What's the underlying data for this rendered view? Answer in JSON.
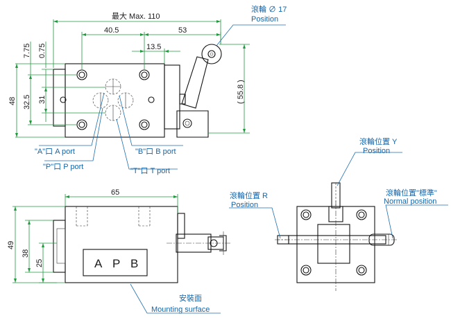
{
  "top_view": {
    "max_width_label": "最大 Max. 110",
    "dim_40_5": "40.5",
    "dim_53": "53",
    "dim_13_5": "13.5",
    "dim_7_75": "7.75",
    "dim_0_75": "0.75",
    "dim_48": "48",
    "dim_32_5": "32.5",
    "dim_31": "31",
    "dim_55_8": "55.8",
    "roller_dia_label": "滾輪 ∅ 17",
    "roller_position_label": "Position",
    "port_a": "\"A\"口 A port",
    "port_b": "\"B\"口 B port",
    "port_p": "\"P\"口 P port",
    "port_t": "\"T\"口 T port"
  },
  "front_view": {
    "dim_65": "65",
    "dim_49": "49",
    "dim_38": "38",
    "dim_25": "25",
    "plate_letters": [
      "A",
      "P",
      "B"
    ],
    "mount_cn": "安裝面",
    "mount_en": "Mounting surface"
  },
  "side_view": {
    "pos_y_cn": "滾輪位置 Y",
    "pos_y_en": "Position",
    "pos_r_cn": "滾輪位置 R",
    "pos_r_en": "Position",
    "pos_n_cn": "滾輪位置\"標準\"",
    "pos_n_en": "Normal position"
  }
}
